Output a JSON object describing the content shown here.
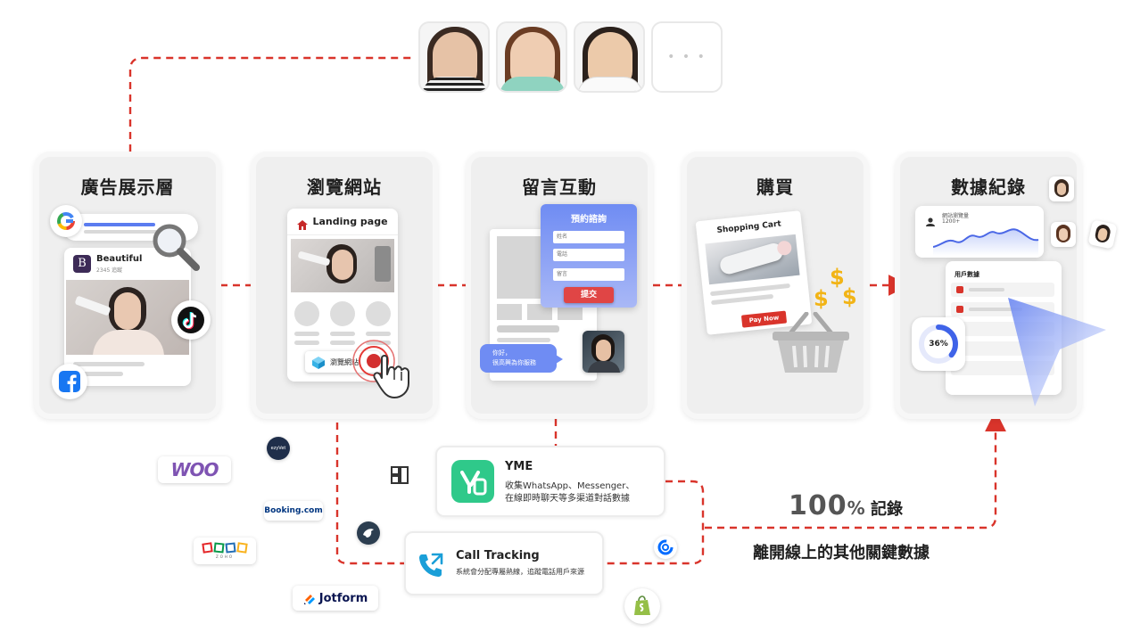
{
  "stages": [
    {
      "id": "ads",
      "title": "廣告展示層"
    },
    {
      "id": "browse",
      "title": "瀏覽網站"
    },
    {
      "id": "interact",
      "title": "留言互動"
    },
    {
      "id": "purchase",
      "title": "購買"
    },
    {
      "id": "record",
      "title": "數據紀錄"
    }
  ],
  "ad_card": {
    "brand_letter": "B",
    "brand": "Beautiful",
    "followers": "2345 追蹤"
  },
  "landing": {
    "title": "Landing page",
    "button": "瀏覽網站"
  },
  "booking_form": {
    "title": "預約諮詢",
    "fields": [
      "姓名",
      "電話",
      "留言"
    ],
    "submit": "提交"
  },
  "chat": {
    "line1": "你好，",
    "line2": "很高興為你服務"
  },
  "cart": {
    "title": "Shopping Cart",
    "pay": "Pay Now",
    "dollar": "$"
  },
  "dashboard": {
    "top_label": "網站瀏覽量",
    "top_value": "1200+",
    "list_title": "用戶數據",
    "percent": "36%"
  },
  "yme": {
    "name": "YME",
    "line1": "收集WhatsApp、Messenger、",
    "line2": "在線即時聊天等多渠道對話數據"
  },
  "call_tracking": {
    "name": "Call Tracking",
    "desc": "系統會分配專屬熱線，追蹤電話用戶來源"
  },
  "summary": {
    "big": "100",
    "pct": "%",
    "rest": " 記錄",
    "sub": "離開線上的其他關鍵數據"
  },
  "integrations": {
    "woo": "WOO",
    "booking": "Booking.com",
    "jotform": "Jotform",
    "ezyvet": "ezyVet",
    "zoho": "ZOHO"
  },
  "more_symbol": "• • •",
  "colors": {
    "dash": "#d9342b",
    "accent_blue": "#5b7cf0",
    "yme_green": "#2fc98a",
    "shopify_green": "#95bf47",
    "woo_purple": "#7f54b3"
  }
}
